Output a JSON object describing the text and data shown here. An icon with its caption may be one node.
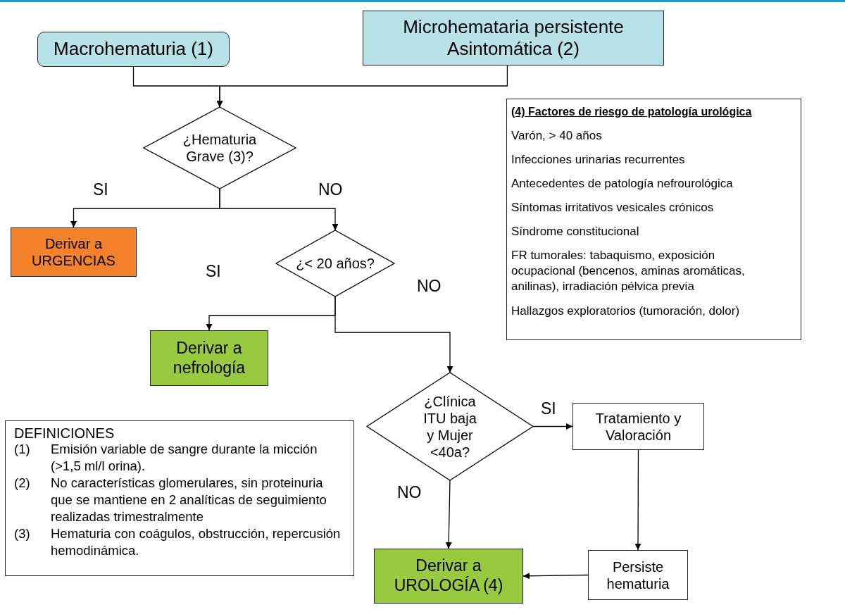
{
  "diagram": {
    "nodes": [
      {
        "text": [
          "Macrohematuria (1)"
        ]
      },
      {
        "text": [
          "Microhemataria persistente Asintomática (2)"
        ]
      },
      {
        "text": [
          "¿Hematuria Grave (3)?"
        ]
      },
      {
        "text": [
          "Derivar a URGENCIAS"
        ]
      },
      {
        "text": [
          "¿< 20 años?"
        ]
      },
      {
        "text": [
          "Derivar a nefrología"
        ]
      },
      {
        "text": [
          "¿Clínica ITU baja y Mujer <40a?"
        ]
      },
      {
        "text": [
          "Tratamiento y Valoración"
        ]
      },
      {
        "text": [
          "Derivar a UROLOGÍA (4)"
        ]
      },
      {
        "text": [
          "Persiste hematuria"
        ]
      },
      {
        "text": [
          "(4) Factores de riesgo de patología urológica",
          "Varón, > 40 años",
          "Infecciones urinarias recurrentes",
          "Antecedentes de patología nefrourológica",
          "Síntomas irritativos vesicales crónicos",
          "Síndrome constitucional",
          "FR tumorales: tabaquismo, exposición ocupacional (bencenos, aminas aromáticas, anilinas), irradiación pélvica previa",
          "Hallazgos exploratorios  (tumoración, dolor)"
        ]
      },
      {
        "text": [
          "DEFINICIONES",
          "(1)",
          "Emisión variable de sangre durante la micción (>1,5 ml/l orina).",
          "(2)",
          "No características glomerulares, sin proteinuria que se mantiene en 2 analíticas de seguimiento realizadas trimestralmente",
          "(3)",
          "Hematuria con coágulos, obstrucción, repercusión hemodinámica."
        ]
      }
    ],
    "edges": [
      {
        "from": 0,
        "to": 2,
        "arrow": "to"
      },
      {
        "from": 1,
        "to": 2,
        "arrow": "to"
      },
      {
        "from": 2,
        "to": 3,
        "arrow": "to",
        "label": "SI"
      },
      {
        "from": 2,
        "to": 4,
        "arrow": "to",
        "label": "NO"
      },
      {
        "from": 4,
        "to": 5,
        "arrow": "to",
        "label": "SI"
      },
      {
        "from": 4,
        "to": 6,
        "arrow": "to",
        "label": "NO"
      },
      {
        "from": 6,
        "to": 7,
        "arrow": "to",
        "label": "SI"
      },
      {
        "from": 6,
        "to": 8,
        "arrow": "to",
        "label": "NO"
      },
      {
        "from": 7,
        "to": 9,
        "arrow": "to"
      },
      {
        "from": 9,
        "to": 8,
        "arrow": "to"
      }
    ]
  }
}
